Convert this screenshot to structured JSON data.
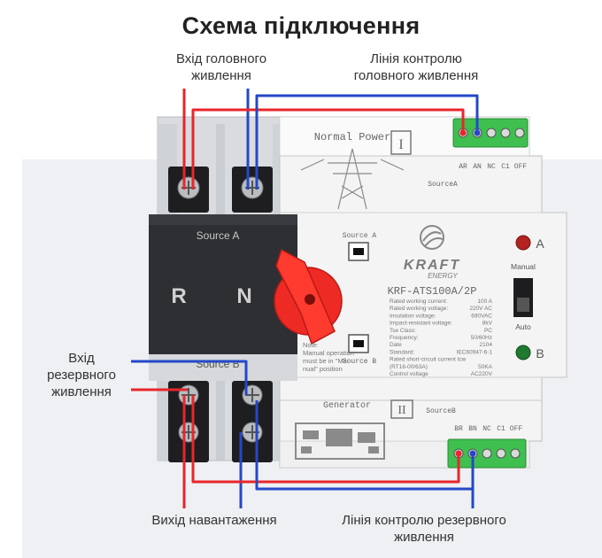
{
  "title": "Схема підключення",
  "labels": {
    "main_input": "Вхід головного\nживлення",
    "main_control": "Лінія контролю\nголовного живлення",
    "reserve_input": "Вхід\nрезервного\nживлення",
    "load_output": "Вихід навантаження",
    "reserve_control": "Лінія контролю резервного\nживлення"
  },
  "device": {
    "brand": "KRAFT",
    "brand_sub": "ENERGY",
    "model": "KRF-ATS100A/2P",
    "normal_power": "Normal Power",
    "generator": "Generator",
    "source_a": "Source A",
    "source_b": "Source B",
    "source_a_small": "SourceA",
    "source_b_small": "SourceB",
    "window_a": "Source A",
    "window_b": "Source B",
    "roman_1": "I",
    "roman_2": "II",
    "phase_r": "R",
    "phase_n": "N",
    "indicator_a": "A",
    "indicator_b": "B",
    "manual": "Manual",
    "auto": "Auto",
    "terminals_top": [
      "AR",
      "AN",
      "NC",
      "C1",
      "OFF"
    ],
    "terminals_bottom": [
      "BR",
      "BN",
      "NC",
      "C1",
      "OFF"
    ],
    "note": [
      "Note:",
      "Manual operation",
      "must be in \"Ma-",
      "nual\" position"
    ],
    "specs": [
      [
        "Rated working current:",
        "100 A"
      ],
      [
        "Rated working voltage:",
        "220V AC"
      ],
      [
        "Insulation voltage:",
        "690VAC"
      ],
      [
        "Impact-resistant voltage:",
        "8kV"
      ],
      [
        "Tse Class:",
        "PC"
      ],
      [
        "Frequency:",
        "50/60Hz"
      ],
      [
        "Date",
        "2104"
      ],
      [
        "Standard:",
        "IEC60947-6-1"
      ],
      [
        "Rated short-circuit current Icw",
        ""
      ],
      [
        "(RT16-00/63A)",
        "50KA"
      ],
      [
        "Control voltage",
        "AC220V"
      ]
    ]
  },
  "colors": {
    "red_wire": "#e8262b",
    "blue_wire": "#2448c8",
    "terminal_green": "#3fbf4f"
  }
}
